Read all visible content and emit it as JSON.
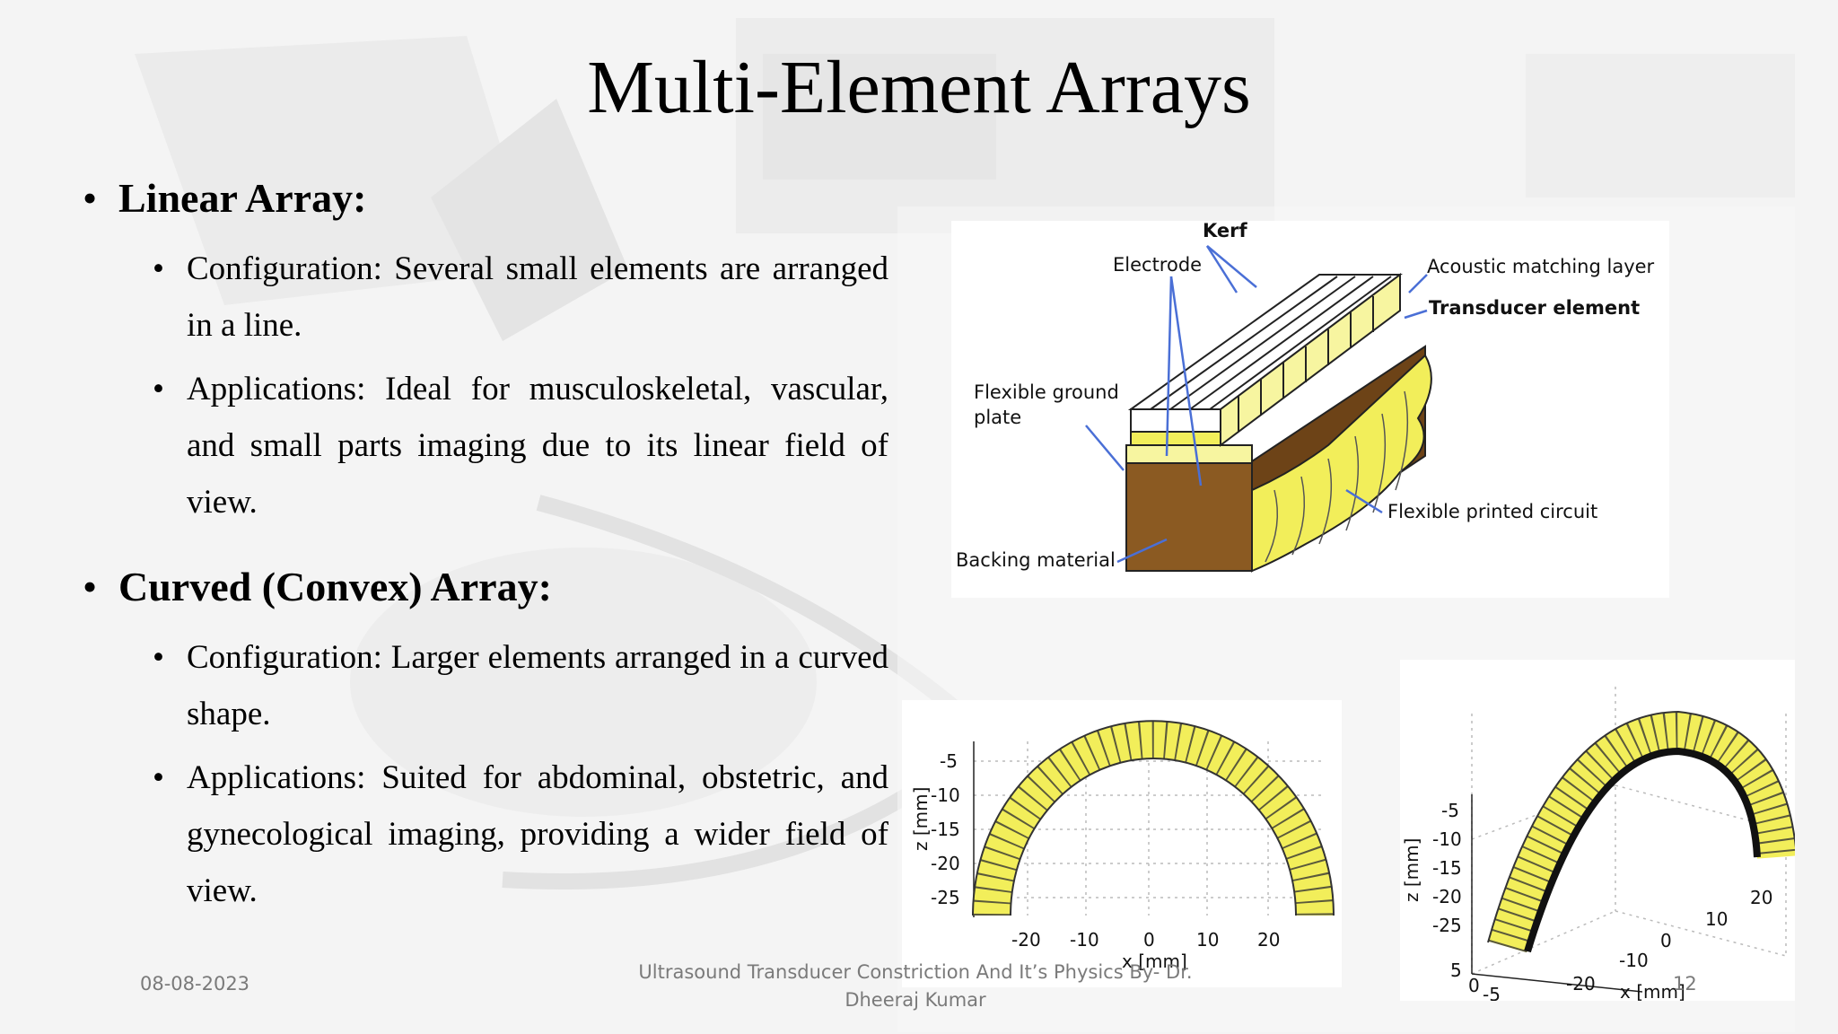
{
  "slide": {
    "title": "Multi-Element Arrays",
    "sections": [
      {
        "heading": "Linear Array:",
        "points": [
          "Configuration: Several small elements are arranged in a line.",
          "Applications: Ideal for musculoskeletal, vascular, and small parts imaging due to its linear field of view."
        ]
      },
      {
        "heading": "Curved (Convex) Array:",
        "points": [
          "Configuration: Larger elements arranged in a curved shape.",
          "Applications: Suited for abdominal, obstetric, and gynecological imaging, providing a wider field of view."
        ]
      }
    ]
  },
  "linear_figure": {
    "labels": {
      "kerf": "Kerf",
      "electrode": "Electrode",
      "matching_layer": "Acoustic matching layer",
      "transducer_element": "Transducer element",
      "ground_plate_1": "Flexible ground",
      "ground_plate_2": "plate",
      "printed_circuit": "Flexible printed circuit",
      "backing": "Backing material"
    }
  },
  "convex_plot_2d": {
    "ylabel": "z [mm]",
    "xlabel": "x [mm]",
    "yticks": [
      "-5",
      "-10",
      "-15",
      "-20",
      "-25"
    ],
    "xticks": [
      "-20",
      "-10",
      "0",
      "10",
      "20"
    ]
  },
  "convex_plot_3d": {
    "zlabel": "z [mm]",
    "xlabel": "x [mm]",
    "zticks": [
      "-5",
      "-10",
      "-15",
      "-20",
      "-25"
    ],
    "xticks": [
      "-20",
      "-10",
      "0",
      "10",
      "20"
    ],
    "yticks": [
      "5",
      "0",
      "-5"
    ]
  },
  "footer": {
    "date": "08-08-2023",
    "caption_line1": "Ultrasound Transducer Constriction And It’s Physics By- Dr.",
    "caption_line2": "Dheeraj Kumar",
    "page_number": "12"
  },
  "colors": {
    "element_yellow": "#f2ee5a",
    "backing_brown": "#8b5a22",
    "leader_blue": "#4a6fd6",
    "footer_gray": "#7a7a7a"
  }
}
